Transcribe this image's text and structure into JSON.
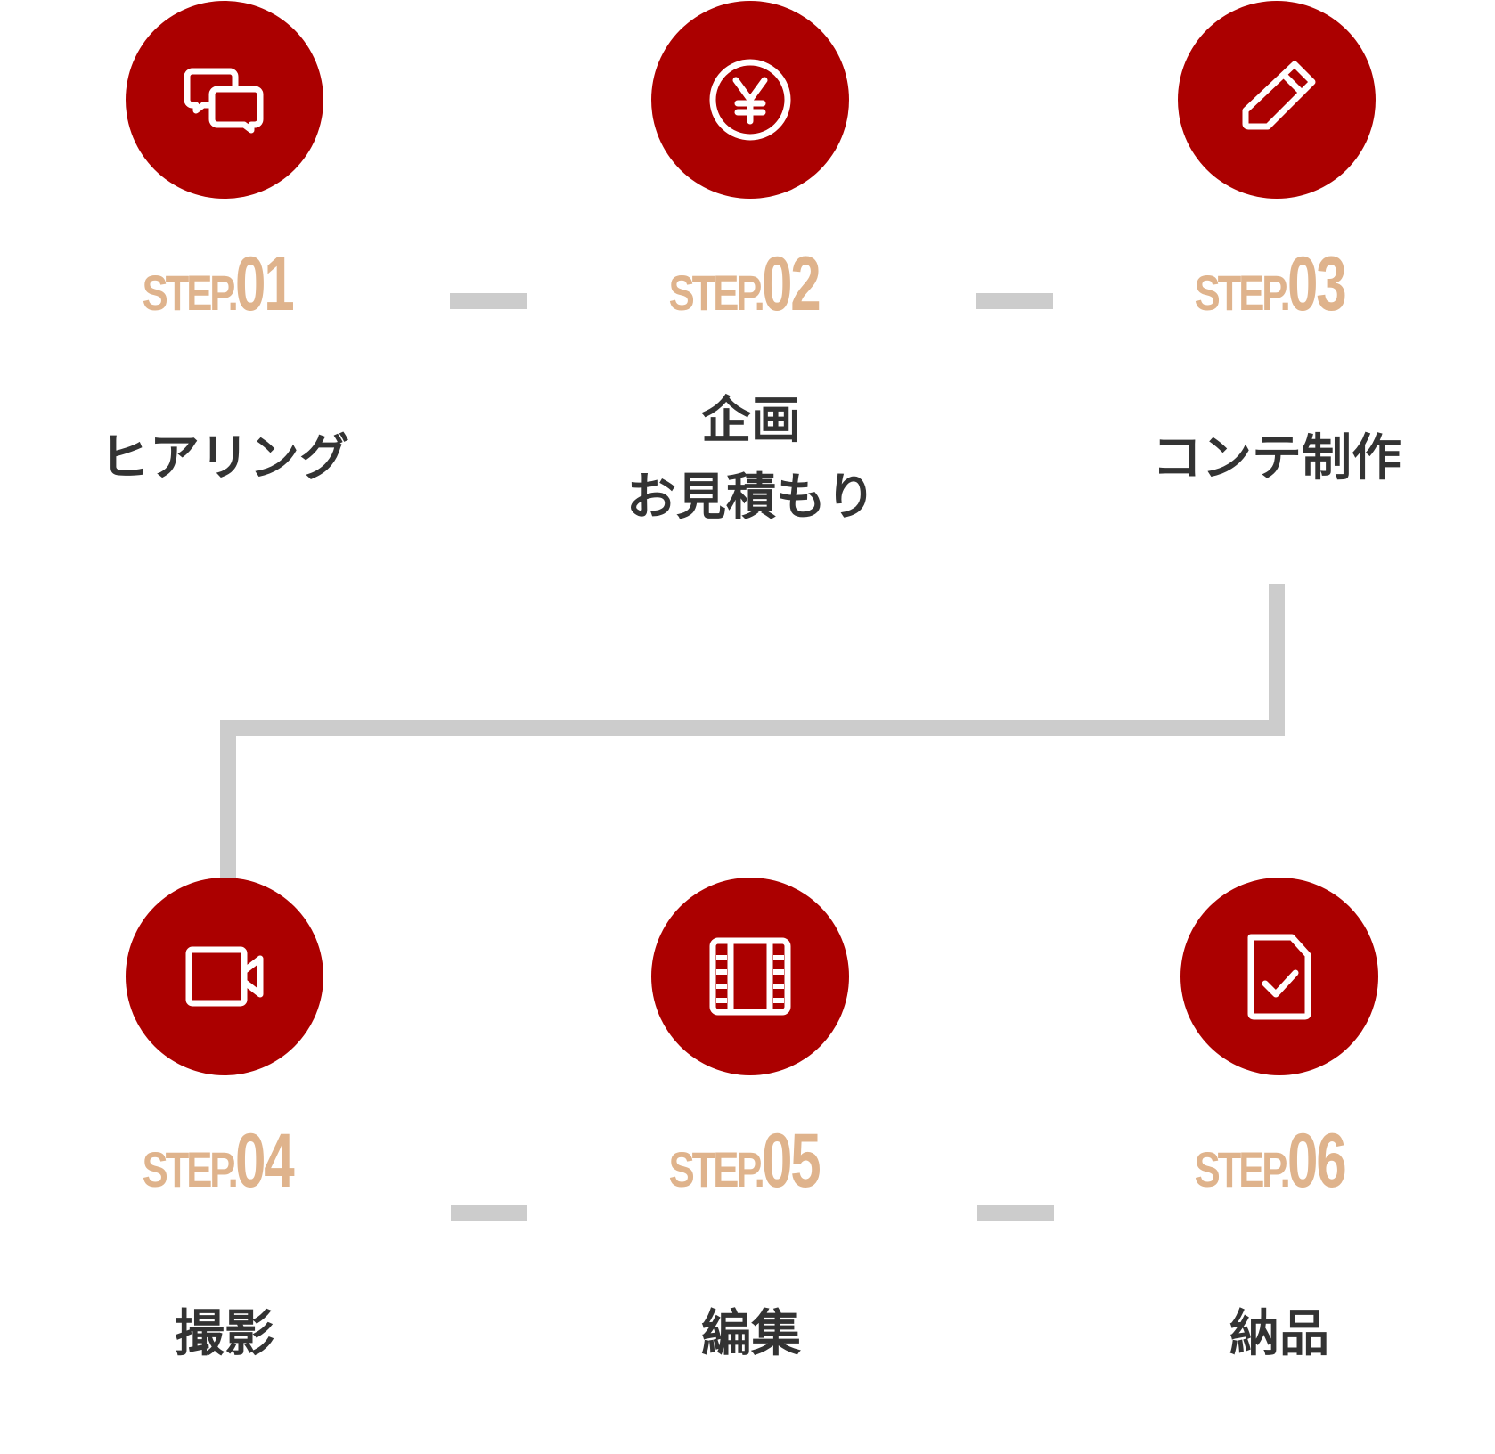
{
  "colors": {
    "circle": "#ab0000",
    "step_label": "#dfb38c",
    "title_text": "#333333",
    "connector": "#cccccc",
    "icon_stroke": "#ffffff"
  },
  "steps": [
    {
      "prefix": "STEP.",
      "number": "01",
      "title_lines": [
        "ヒアリング"
      ],
      "icon": "chat-bubbles-icon"
    },
    {
      "prefix": "STEP.",
      "number": "02",
      "title_lines": [
        "企画",
        "お見積もり"
      ],
      "icon": "yen-coin-icon"
    },
    {
      "prefix": "STEP.",
      "number": "03",
      "title_lines": [
        "コンテ制作"
      ],
      "icon": "pencil-icon"
    },
    {
      "prefix": "STEP.",
      "number": "04",
      "title_lines": [
        "撮影"
      ],
      "icon": "video-camera-icon"
    },
    {
      "prefix": "STEP.",
      "number": "05",
      "title_lines": [
        "編集"
      ],
      "icon": "film-strip-icon"
    },
    {
      "prefix": "STEP.",
      "number": "06",
      "title_lines": [
        "納品"
      ],
      "icon": "document-check-icon"
    }
  ]
}
